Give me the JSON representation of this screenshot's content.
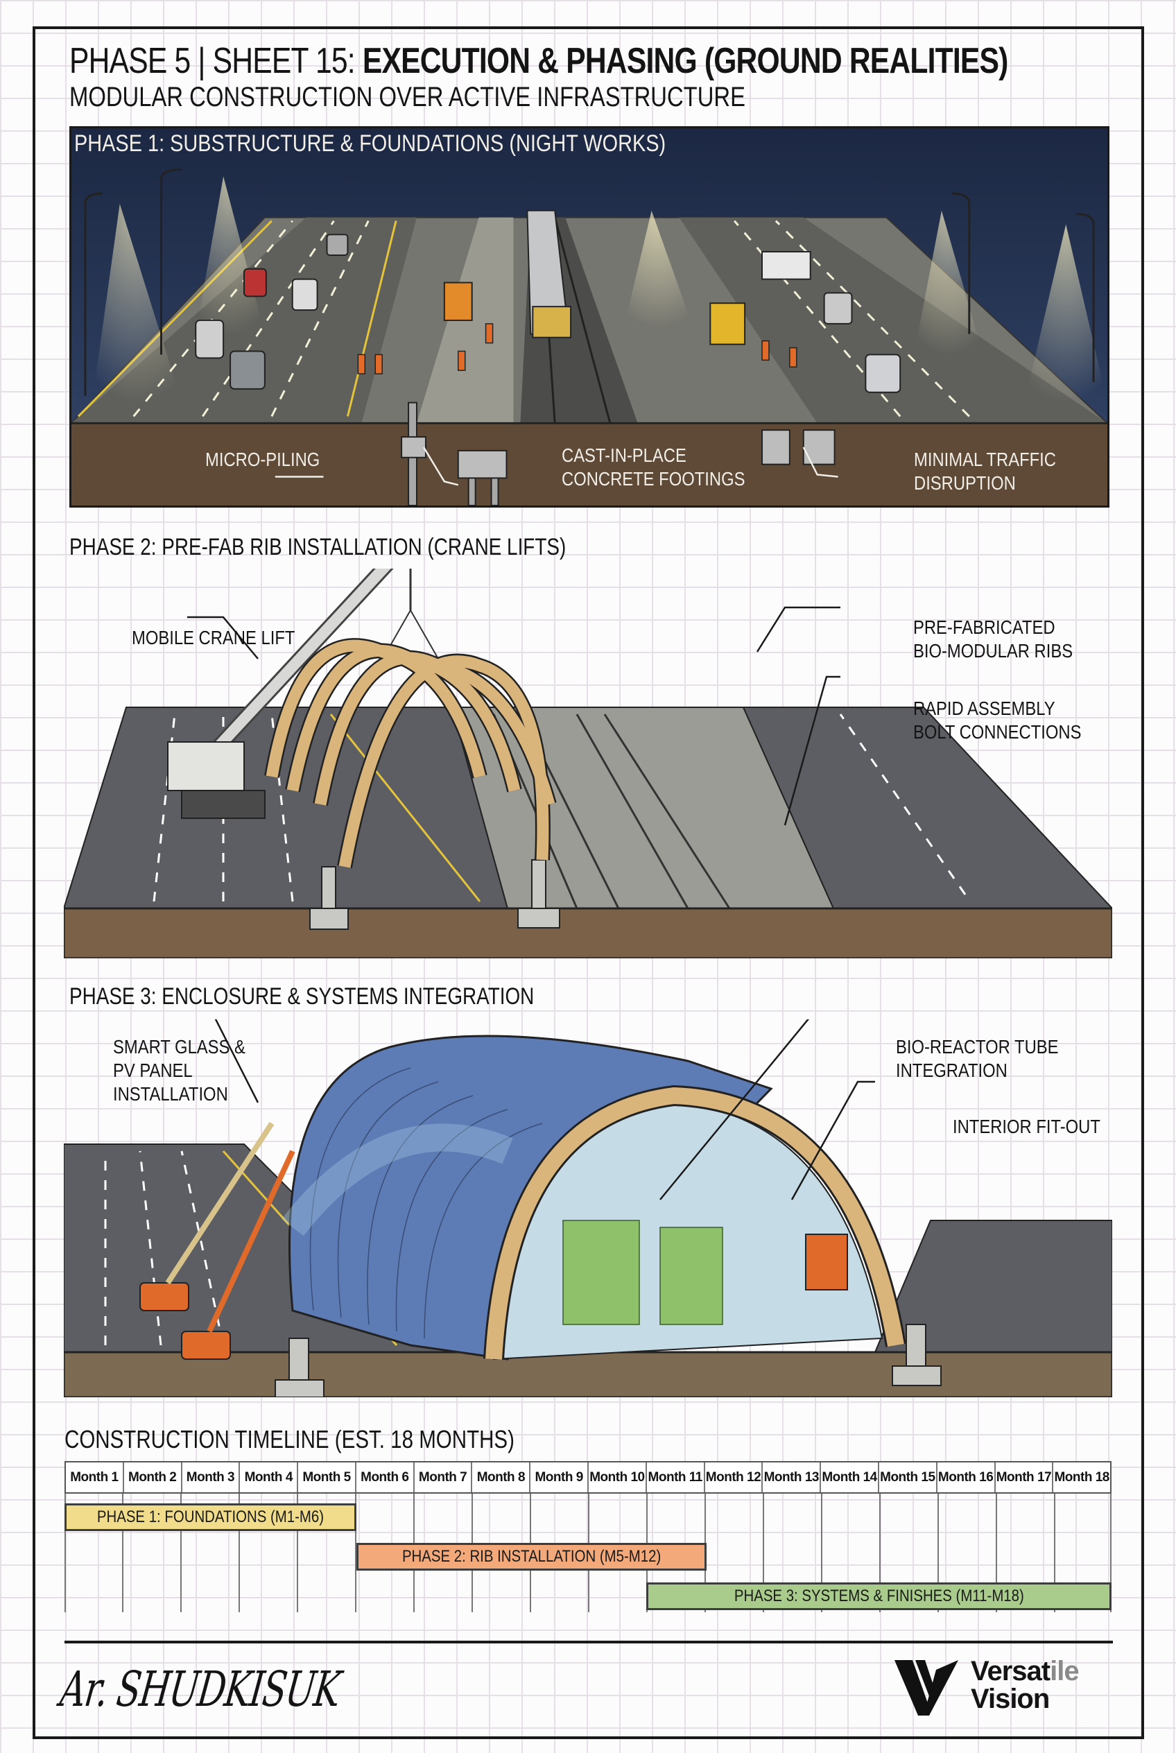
{
  "header": {
    "title_prefix": "PHASE 5 | SHEET 15: ",
    "title_bold": "EXECUTION & PHASING (GROUND REALITIES)",
    "subtitle": "MODULAR CONSTRUCTION OVER ACTIVE INFRASTRUCTURE"
  },
  "phase1": {
    "label": "PHASE 1: SUBSTRUCTURE & FOUNDATIONS (NIGHT WORKS)",
    "callouts": [
      "MICRO-PILING",
      "CAST-IN-PLACE\nCONCRETE FOOTINGS",
      "MINIMAL TRAFFIC\nDISRUPTION"
    ],
    "callout_lines": {
      "micro_piling": "MICRO-PILING",
      "footings_1": "CAST-IN-PLACE",
      "footings_2": "CONCRETE FOOTINGS",
      "traffic_1": "MINIMAL TRAFFIC",
      "traffic_2": "DISRUPTION"
    },
    "colors": {
      "sky": "#1f2a44",
      "soil": "#5e4a37",
      "road": "#6b6b66"
    }
  },
  "phase2": {
    "label": "PHASE 2: PRE-FAB RIB INSTALLATION (CRANE LIFTS)",
    "callout_lines": {
      "crane": "MOBILE CRANE LIFT",
      "ribs_1": "PRE-FABRICATED",
      "ribs_2": "BIO-MODULAR RIBS",
      "bolts_1": "RAPID ASSEMBLY",
      "bolts_2": "BOLT CONNECTIONS"
    },
    "colors": {
      "rib": "#d9b57c",
      "soil": "#7a6147",
      "road": "#5c5e63"
    }
  },
  "phase3": {
    "label": "PHASE 3: ENCLOSURE & SYSTEMS INTEGRATION",
    "callout_lines": {
      "glass_1": "SMART GLASS &",
      "glass_2": "PV PANEL",
      "glass_3": "INSTALLATION",
      "bio_1": "BIO-REACTOR TUBE",
      "bio_2": "INTEGRATION",
      "interior": "INTERIOR FIT-OUT"
    },
    "colors": {
      "glass": "#5d7bb5",
      "rib": "#d9b57c",
      "lift": "#e06a2a",
      "tubes": "#8fc06a",
      "soil": "#7d6a52"
    }
  },
  "timeline": {
    "title": "CONSTRUCTION TIMELINE (EST. 18 MONTHS)",
    "months": [
      "Month 1",
      "Month 2",
      "Month 3",
      "Month 4",
      "Month 5",
      "Month 6",
      "Month 7",
      "Month 8",
      "Month 9",
      "Month 10",
      "Month 11",
      "Month 12",
      "Month 13",
      "Month 14",
      "Month 15",
      "Month 16",
      "Month 17",
      "Month 18"
    ],
    "bars": [
      {
        "label": "PHASE 1: FOUNDATIONS (M1-M6)",
        "color": "#f0dc8a"
      },
      {
        "label": "PHASE 2: RIB INSTALLATION (M5-M12)",
        "color": "#f3a97a"
      },
      {
        "label": "PHASE 3: SYSTEMS & FINISHES (M11-M18)",
        "color": "#a9cc8c"
      }
    ]
  },
  "chart_data": {
    "type": "gantt",
    "title": "CONSTRUCTION TIMELINE (EST. 18 MONTHS)",
    "categories": [
      "Month 1",
      "Month 2",
      "Month 3",
      "Month 4",
      "Month 5",
      "Month 6",
      "Month 7",
      "Month 8",
      "Month 9",
      "Month 10",
      "Month 11",
      "Month 12",
      "Month 13",
      "Month 14",
      "Month 15",
      "Month 16",
      "Month 17",
      "Month 18"
    ],
    "series": [
      {
        "name": "PHASE 1: FOUNDATIONS (M1-M6)",
        "start_month": 1,
        "end_month": 6,
        "color": "#f0dc8a"
      },
      {
        "name": "PHASE 2: RIB INSTALLATION (M5-M12)",
        "start_month": 5,
        "end_month": 12,
        "color": "#f3a97a"
      },
      {
        "name": "PHASE 3: SYSTEMS & FINISHES (M11-M18)",
        "start_month": 11,
        "end_month": 18,
        "color": "#a9cc8c"
      }
    ]
  },
  "footer": {
    "signature": "Ar. SHUDKISUK",
    "logo_line1_a": "Versat",
    "logo_line1_b": "ile",
    "logo_line2": "Vision"
  }
}
